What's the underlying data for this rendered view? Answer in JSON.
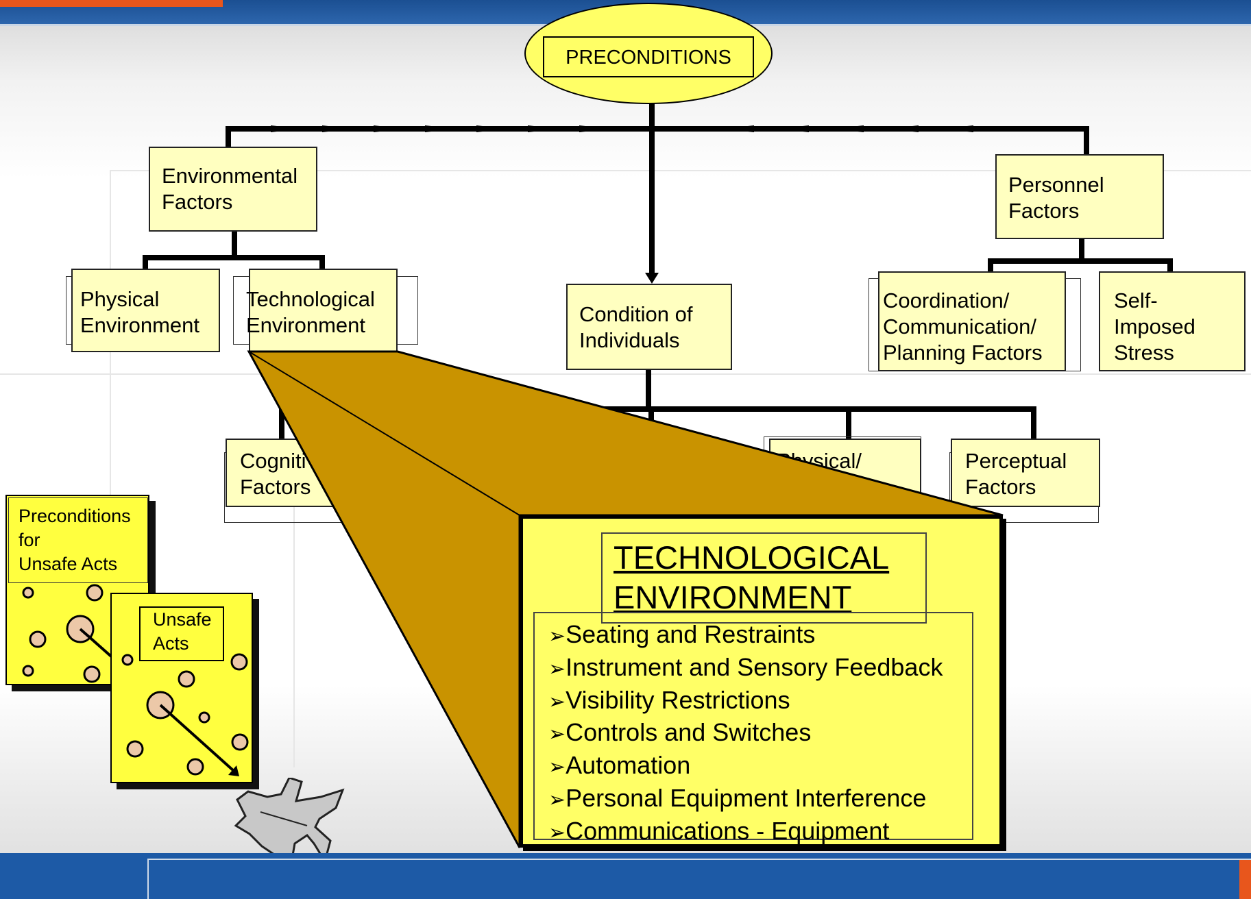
{
  "diagram": {
    "root": "PRECONDITIONS",
    "categories": {
      "environmental": "Environmental\nFactors",
      "condition": "Condition of\nIndividuals",
      "personnel": "Personnel\nFactors"
    },
    "subcategories": {
      "physical_environment": "Physical\nEnvironment",
      "technological_environment": "Technological\nEnvironment",
      "coordination": "Coordination/\nCommunication/\nPlanning Factors",
      "self_imposed": "Self-\nImposed\nStress",
      "cognitive": "Cogniti\nFactors",
      "physical_mental": "Physical/",
      "perceptual": "Perceptual\nFactors"
    },
    "callout": {
      "title": "TECHNOLOGICAL\nENVIRONMENT",
      "items": [
        "Seating and Restraints",
        "Instrument and Sensory Feedback",
        "Visibility Restrictions",
        "Controls and Switches",
        "Automation",
        "Personal Equipment Interference",
        "Communications - Equipment"
      ]
    },
    "cards": {
      "preconditions": "Preconditions\nfor\n Unsafe Acts",
      "unsafe_acts": "Unsafe\nActs"
    }
  },
  "colors": {
    "box_fill": "#ffffc0",
    "callout_fill": "#ffff66",
    "card_fill": "#ffff3f",
    "wedge_fill": "#c99300",
    "brand_blue": "#1d5aa6",
    "brand_orange": "#e8561c"
  },
  "icons": [
    "aircraft-silhouette-icon",
    "swiss-cheese-hole-icon",
    "arrow-head-icon"
  ]
}
